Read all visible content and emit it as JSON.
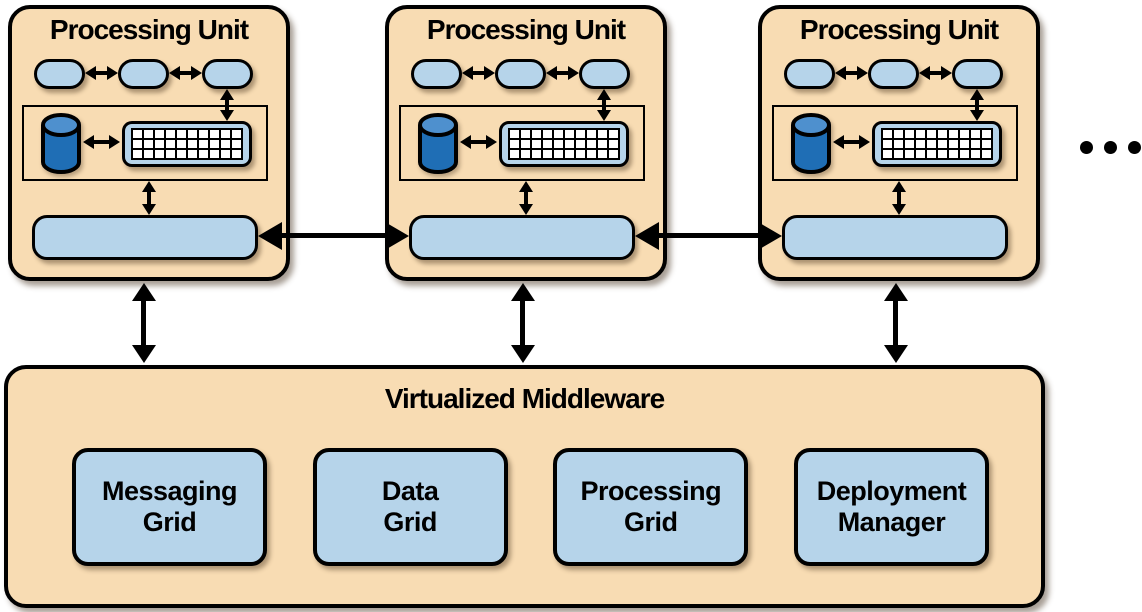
{
  "figure": {
    "type": "architecture-diagram",
    "processing_units": [
      {
        "title": "Processing Unit"
      },
      {
        "title": "Processing Unit"
      },
      {
        "title": "Processing Unit"
      }
    ],
    "middleware": {
      "title": "Virtualized Middleware",
      "components": [
        {
          "label": "Messaging\nGrid"
        },
        {
          "label": "Data\nGrid"
        },
        {
          "label": "Processing\nGrid"
        },
        {
          "label": "Deployment\nManager"
        }
      ]
    },
    "icons": {
      "ellipsis": "more-processing-units-ellipsis",
      "database": "database-cylinder",
      "memory_grid": "in-memory-data-grid"
    },
    "colors": {
      "panel_fill": "#F8DCB3",
      "node_fill": "#B6D4EA",
      "outline": "#000000",
      "cylinder_top": "#4E90CE",
      "cylinder_body": "#1F6EB5"
    }
  }
}
